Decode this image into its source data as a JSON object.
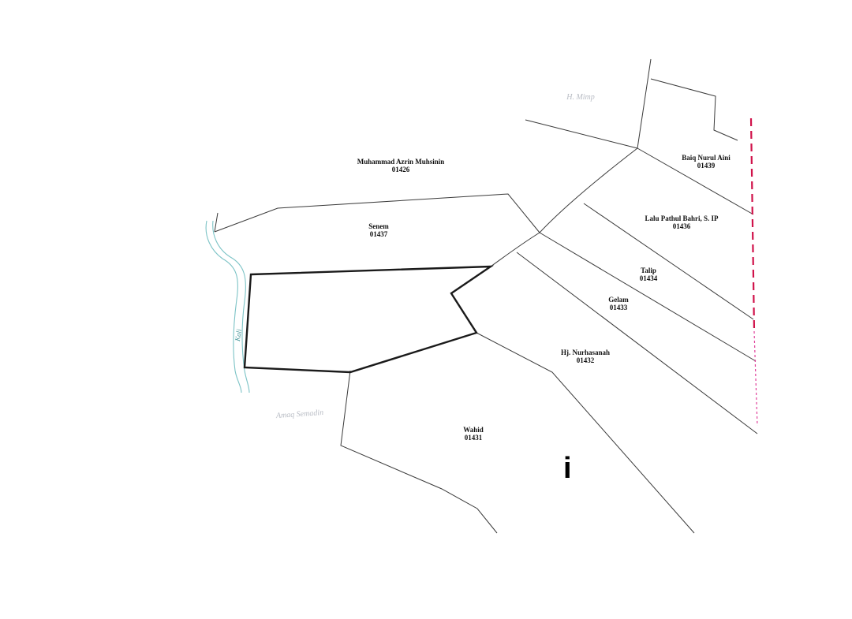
{
  "parcels": [
    {
      "name": "Muhammad Azrin Muhsinin",
      "id": "01426"
    },
    {
      "name": "Senem",
      "id": "01437"
    },
    {
      "name": "Baiq Nurul Aini",
      "id": "01439"
    },
    {
      "name": "Lalu Pathul Bahri, S. IP",
      "id": "01436"
    },
    {
      "name": "Talip",
      "id": "01434"
    },
    {
      "name": "Gelam",
      "id": "01433"
    },
    {
      "name": "Hj. Nurhasanah",
      "id": "01432"
    },
    {
      "name": "Wahid",
      "id": "01431"
    }
  ],
  "faint_labels": [
    "H. Mimp",
    "Amaq Semadin"
  ],
  "river_label": "Kali",
  "marker": "i",
  "colors": {
    "line": "#3a3a3a",
    "highlight": "#1a1a1a",
    "river": "#7cc3c6",
    "edge": "#d0124a"
  }
}
